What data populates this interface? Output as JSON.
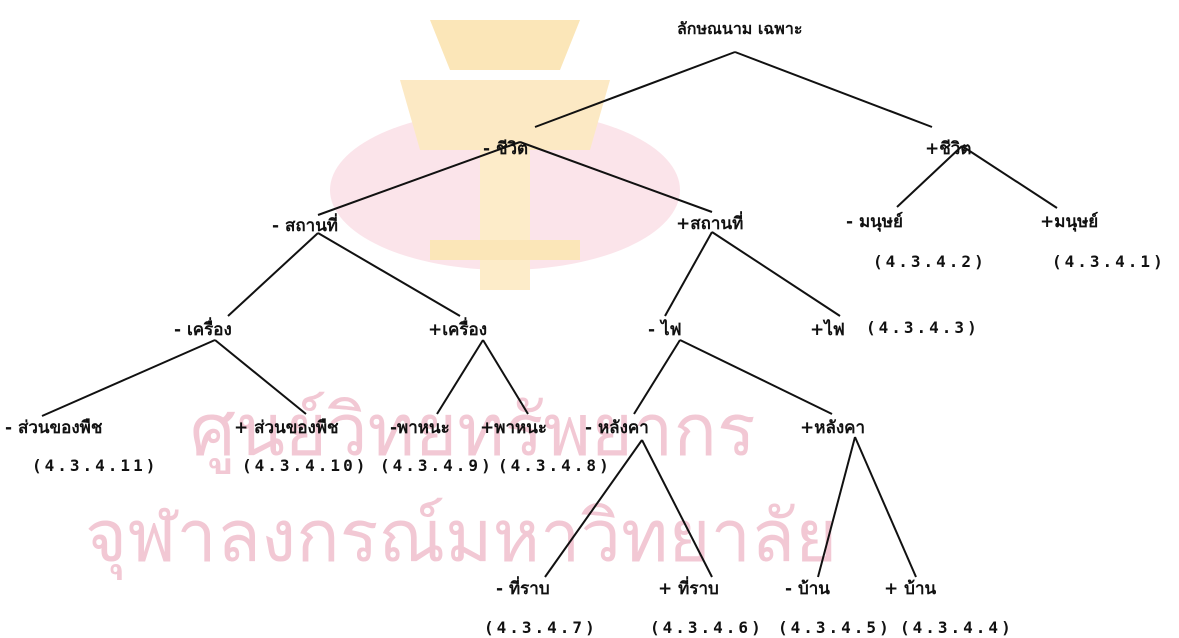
{
  "tree": {
    "root": "ลักษณนาม เฉพาะ",
    "nodes": {
      "neg_living": "- ชีวิต",
      "pos_living": "+ชีวิต",
      "neg_human": "- มนุษย์",
      "pos_human": "+มนุษย์",
      "neg_place": "- สถานที่",
      "pos_place": "+สถานที่",
      "neg_tool": "- เครื่อง",
      "pos_tool": "+เครื่อง",
      "neg_fire": "- ไฟ",
      "pos_fire": "+ไฟ",
      "neg_plantpart": "- ส่วนของพืช",
      "pos_plantpart": "+ ส่วนของพืช",
      "neg_vehicle": "-พาหนะ",
      "pos_vehicle": "+พาหนะ",
      "neg_roof": "- หลังคา",
      "pos_roof": "+หลังคา",
      "neg_plain": "- ที่ราบ",
      "pos_plain": "+ ที่ราบ",
      "neg_house": "- บ้าน",
      "pos_house": "+ บ้าน"
    },
    "codes": {
      "neg_human": "(4.3.4.2)",
      "pos_human": "(4.3.4.1)",
      "pos_fire": "(4.3.4.3)",
      "neg_plantpart": "(4.3.4.11)",
      "pos_plantpart": "(4.3.4.10)",
      "neg_vehicle": "(4.3.4.9)",
      "pos_vehicle": "(4.3.4.8)",
      "neg_plain": "(4.3.4.7)",
      "pos_plain": "(4.3.4.6)",
      "neg_house": "(4.3.4.5)",
      "pos_house": "(4.3.4.4)"
    }
  },
  "watermark": {
    "line1": "ศูนย์วิทยทรัพยากร",
    "line2": "จุฬาลงกรณ์มหาวิทยาลัย",
    "color": "#f2c8d4"
  }
}
